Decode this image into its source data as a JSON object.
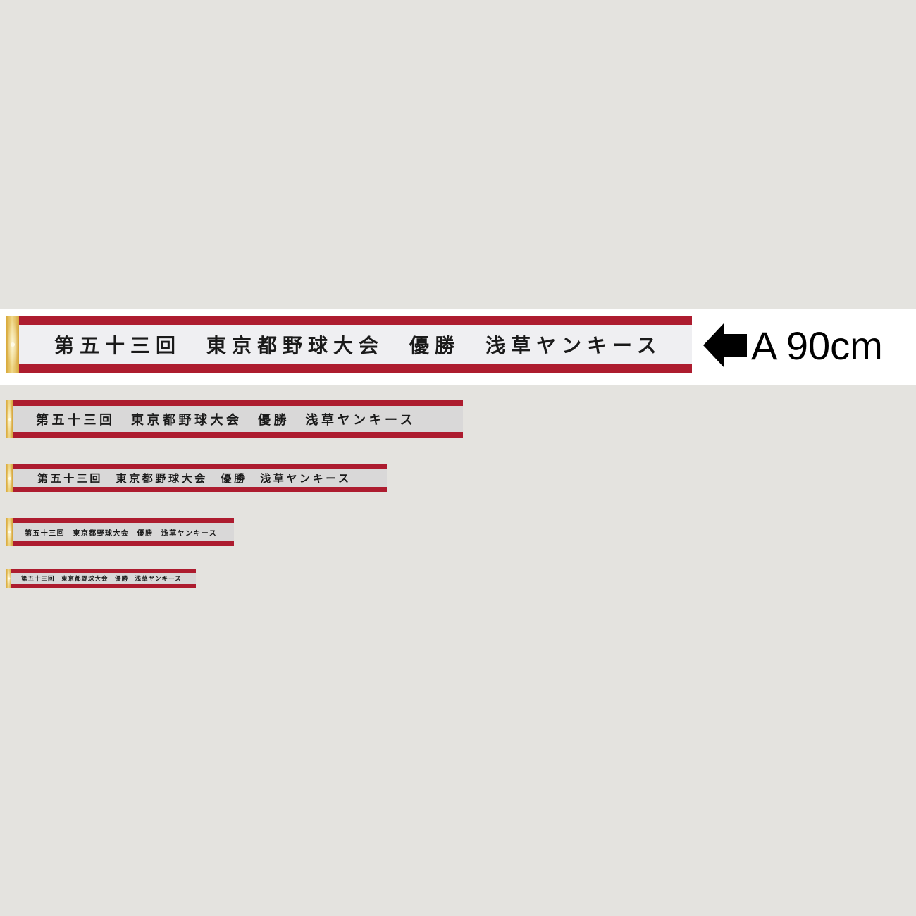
{
  "banners": [
    {
      "id": "A",
      "text": "第五十三回　東京都野球大会　優勝　浅草ヤンキース",
      "label": "A 90cm"
    },
    {
      "id": "B",
      "text": "第五十三回　東京都野球大会　優勝　浅草ヤンキース"
    },
    {
      "id": "C",
      "text": "第五十三回　東京都野球大会　優勝　浅草ヤンキース"
    },
    {
      "id": "D",
      "text": "第五十三回　東京都野球大会　優勝　浅草ヤンキース"
    },
    {
      "id": "E",
      "text": "第五十三回　東京都野球大会　優勝　浅草ヤンキース"
    }
  ],
  "label": {
    "icon": "left-arrow-icon",
    "text": "A 90cm"
  },
  "colors": {
    "background": "#e4e3df",
    "band": "#ffffff",
    "red": "#ad1c2f",
    "gold": "#d9a93a"
  }
}
